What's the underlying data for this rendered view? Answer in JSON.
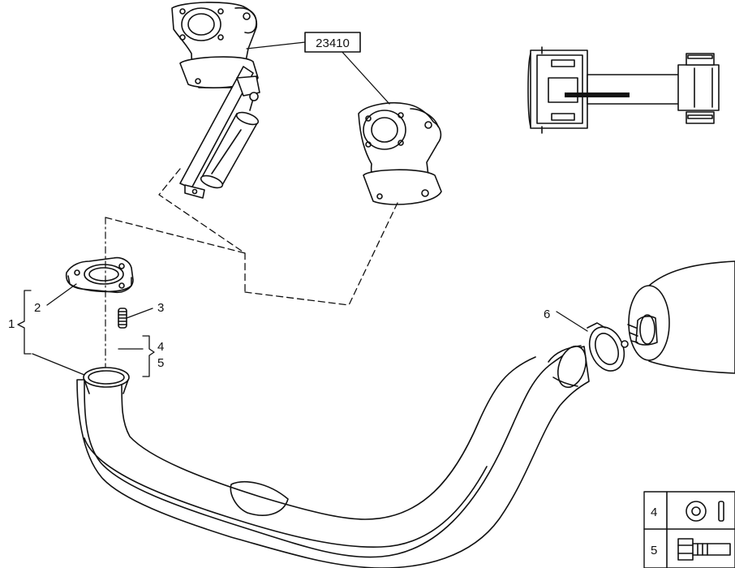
{
  "diagram": {
    "reference_box_label": "23410",
    "callouts": {
      "c1": "1",
      "c2": "2",
      "c3": "3",
      "c4": "4",
      "c5": "5",
      "c6": "6"
    },
    "hardware_legend": {
      "row4_label": "4",
      "row5_label": "5",
      "row4_icon": "washer-icon",
      "row5_icon": "bolt-icon"
    }
  }
}
